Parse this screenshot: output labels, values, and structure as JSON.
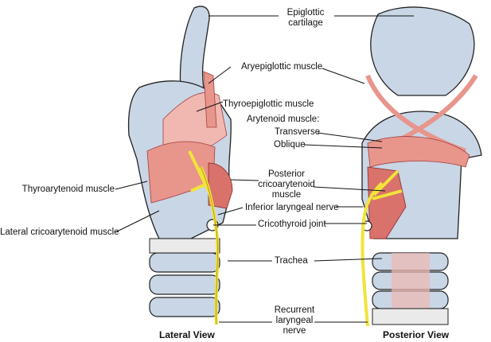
{
  "diagram": {
    "title": "Larynx muscles and nerves",
    "views": {
      "lateral": "Lateral View",
      "posterior": "Posterior View"
    },
    "labels": {
      "epiglottic_cartilage": [
        "Epiglottic",
        "cartilage"
      ],
      "aryepiglottic_muscle": "Aryepiglottic muscle",
      "thyroepiglottic_muscle": "Thyroepiglottic muscle",
      "arytenoid_muscle": "Arytenoid muscle:",
      "transverse": "Transverse",
      "oblique": "Oblique",
      "posterior_cricoarytenoid": [
        "Posterior",
        "cricoarytenoid",
        "muscle"
      ],
      "inferior_laryngeal_nerve": "Inferior laryngeal nerve",
      "cricothyroid_joint": "Cricothyroid joint",
      "trachea": "Trachea",
      "recurrent_laryngeal_nerve": [
        "Recurrent",
        "laryngeal",
        "nerve"
      ],
      "thyroarytenoid_muscle": "Thyroarytenoid muscle",
      "lateral_cricoarytenoid_muscle": "Lateral cricoarytenoid muscle"
    },
    "colors": {
      "cartilage": "#c9d6e6",
      "muscle": "#d9726a",
      "muscle_light": "#f0b8b0",
      "nerve": "#f2e33a",
      "outline": "#222222"
    }
  }
}
